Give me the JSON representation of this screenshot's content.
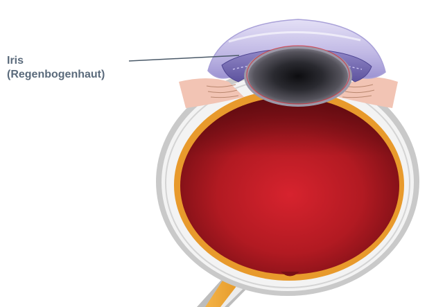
{
  "diagram": {
    "labels": [
      {
        "line1": "Iris",
        "line2": "(Regenbogenhaut)",
        "target": "iris"
      }
    ]
  },
  "colors": {
    "label_text": "#5b6b7c",
    "leader_line": "#4a5968",
    "sclera_outer": "#c9c9c9",
    "sclera_inner": "#f3f3f3",
    "choroid": "#e89a2c",
    "vitreous_center": "#d7232e",
    "vitreous_edge": "#7a0f15",
    "cornea": "#bfb9e6",
    "iris": "#7d72b8",
    "lens_dark": "#1c1c22",
    "ciliary": "#f2c4b4",
    "optic_nerve": "#f0a52e"
  }
}
